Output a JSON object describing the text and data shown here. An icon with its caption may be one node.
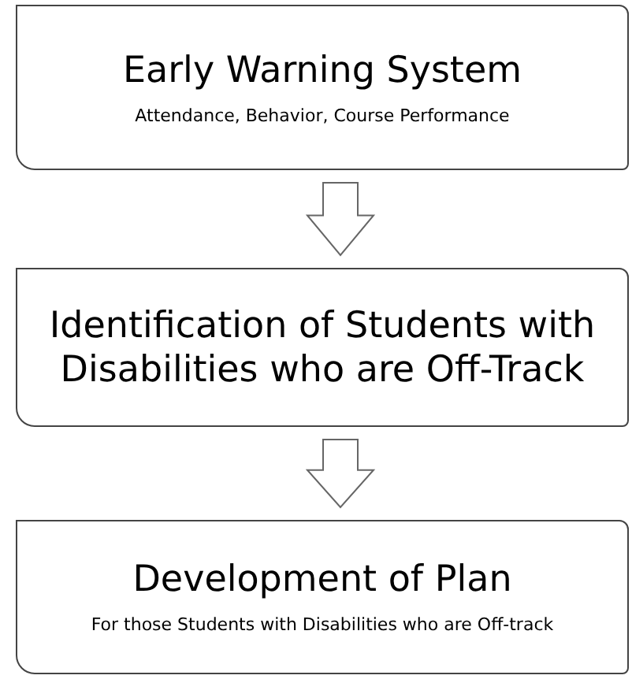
{
  "diagram": {
    "nodes": [
      {
        "text": [
          "Early Warning System",
          "Attendance, Behavior, Course Performance"
        ]
      },
      {
        "text": [
          "Identification of Students with Disabilities who are Off-Track"
        ]
      },
      {
        "text": [
          "Development of Plan",
          "For those Students with Disabilities who are Off-track"
        ]
      }
    ],
    "edges": [
      {
        "from": 0,
        "to": 1,
        "arrow": "to"
      },
      {
        "from": 1,
        "to": 2,
        "arrow": "to"
      }
    ]
  }
}
